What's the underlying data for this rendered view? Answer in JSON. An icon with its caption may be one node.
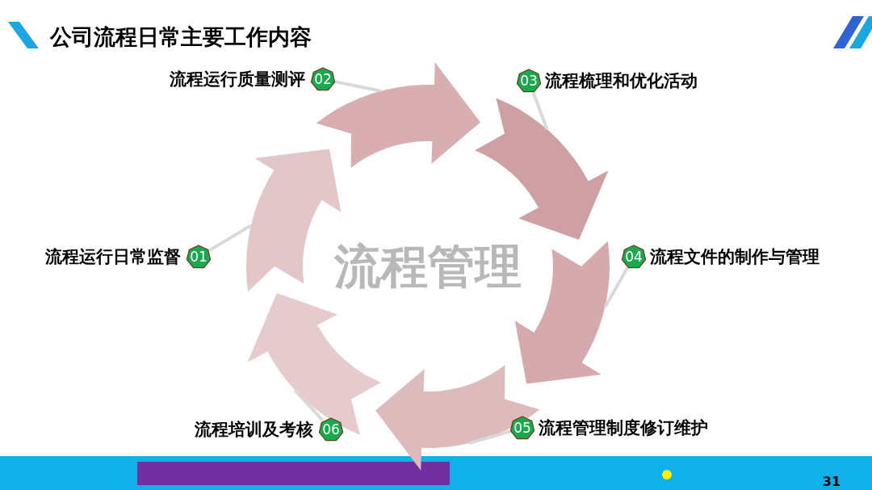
{
  "diagram": {
    "title": "公司流程日常主要工作内容",
    "nodes": [
      {
        "text": [],
        "shape": "arrow"
      },
      {
        "text": [],
        "shape": "arrow"
      },
      {
        "text": [],
        "shape": "arrow"
      },
      {
        "text": [],
        "shape": "arrow"
      },
      {
        "text": [],
        "shape": "arrow"
      },
      {
        "text": [],
        "shape": "arrow"
      },
      {
        "text": [
          "01"
        ],
        "beside": [
          "流程运行日常监督"
        ]
      },
      {
        "text": [
          "02"
        ],
        "beside": [
          "流程运行质量测评"
        ]
      },
      {
        "text": [
          "03"
        ],
        "beside": [
          "流程梳理和优化活动"
        ]
      },
      {
        "text": [
          "04"
        ],
        "beside": [
          "流程文件的制作与管理"
        ]
      },
      {
        "text": [
          "05"
        ],
        "beside": [
          "流程管理制度修订维护"
        ]
      },
      {
        "text": [
          "06"
        ],
        "beside": [
          "流程培训及考核"
        ]
      }
    ],
    "edges": [
      {
        "from": 6,
        "to": 0,
        "arrow": "none"
      },
      {
        "from": 7,
        "to": 1,
        "arrow": "none"
      },
      {
        "from": 8,
        "to": 2,
        "arrow": "none"
      },
      {
        "from": 9,
        "to": 3,
        "arrow": "none"
      },
      {
        "from": 10,
        "to": 4,
        "arrow": "none"
      },
      {
        "from": 11,
        "to": 5,
        "arrow": "none"
      }
    ],
    "labels": [
      "流程管理",
      "31"
    ]
  }
}
